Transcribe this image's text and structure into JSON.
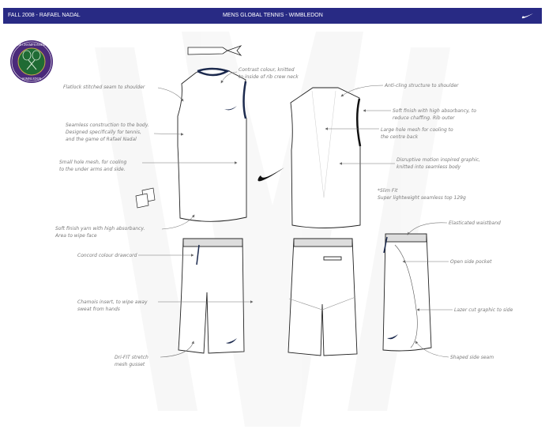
{
  "header": {
    "left_title": "FALL 2008 - RAFAEL NADAL",
    "center_title": "MENS GLOBAL TENNIS -  WIMBLEDON",
    "brand_icon": "nike-swoosh-icon"
  },
  "logo": {
    "text_top": "THE CHAMPIONSHIPS",
    "text_bottom": "WIMBLEDON"
  },
  "colors": {
    "header_bg": "#282a84",
    "concord": "#1c2a4e",
    "logo_green": "#1f6b34",
    "logo_purple": "#4a2a7a"
  },
  "annotations": {
    "flatlock": "Flatlock stitched seam to shoulder",
    "contrast_1": "Contrast colour, knitted",
    "contrast_2": "to inside of rib crew neck",
    "seamless_1": "Seamless construction to the body.",
    "seamless_2": "Designed specifically for tennis,",
    "seamless_3": "and the game of Rafael Nadal",
    "small_mesh_1": "Small hole mesh, for cooling",
    "small_mesh_2": "to the under arms and side.",
    "soft_yarn_1": "Soft finish yarn with high absorbancy.",
    "soft_yarn_2": "Area to wipe face",
    "anti_cling": "Anti-cling structure to shoulder",
    "soft_finish_1": "Soft finish with high absorbancy, to",
    "soft_finish_2": "reduce chaffing. Rib outer",
    "large_mesh_1": "Large hole mesh for cooling to",
    "large_mesh_2": "the centre back",
    "disruptive_1": "Disruptive motion inspired graphic,",
    "disruptive_2": "knitted into seamless body",
    "slim_1": "*Slim Fit",
    "slim_2": "Super lightweight seamless top 129g",
    "drawcord": "Concord colour drawcord",
    "chamois_1": "Chamois insert, to wipe away",
    "chamois_2": "sweat from hands",
    "drifit_1": "Dri-FIT stretch",
    "drifit_2": "mesh gusset",
    "waistband": "Elasticated waistband",
    "pocket": "Open side pocket",
    "lazer": "Lazer cut graphic to side",
    "side_seam": "Shaped side seam"
  }
}
